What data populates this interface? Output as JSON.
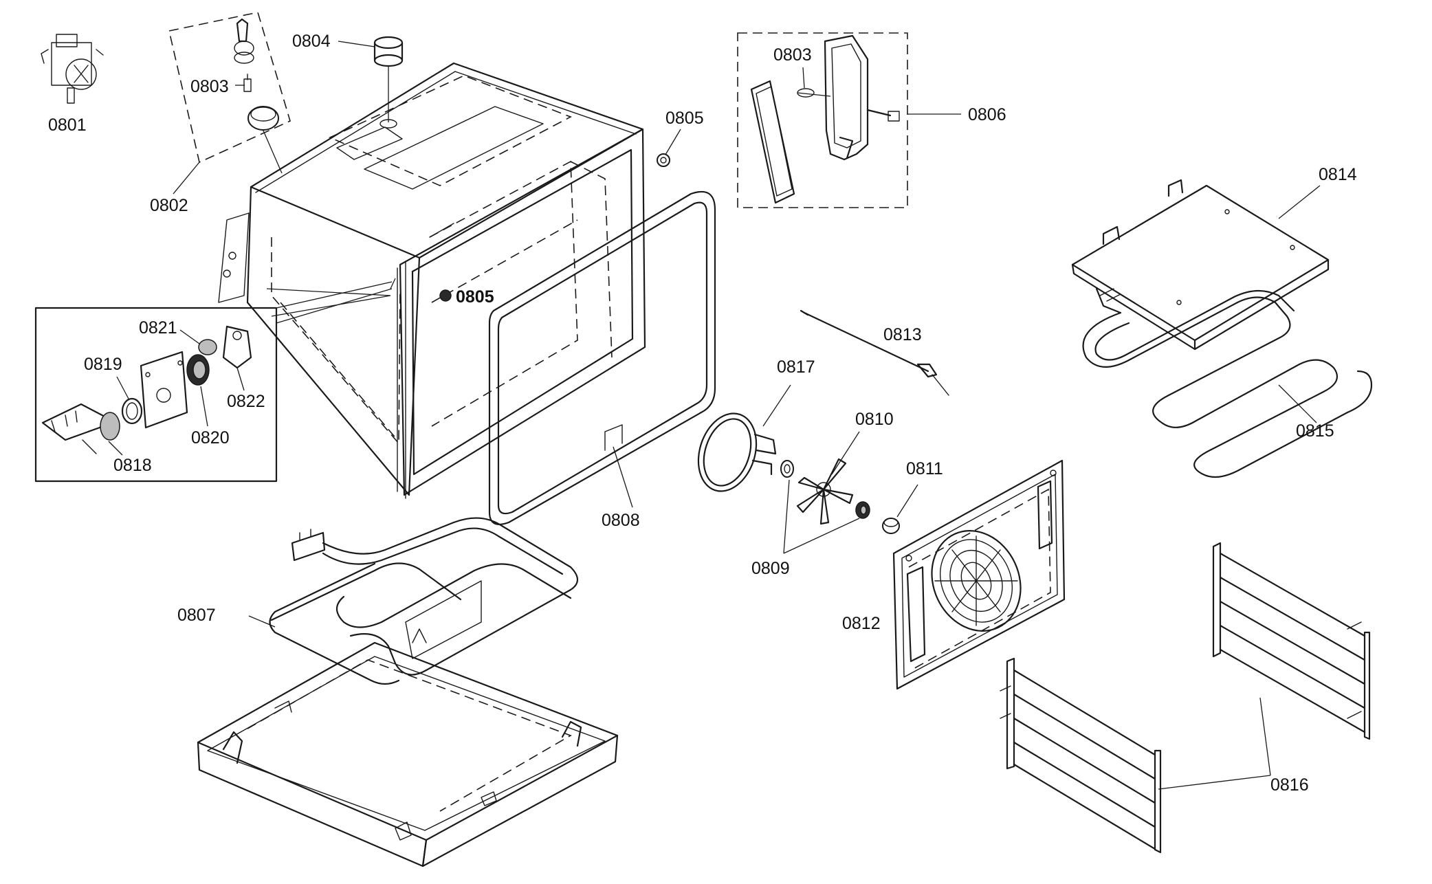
{
  "labels": {
    "p0801": "0801",
    "p0802": "0802",
    "p0803a": "0803",
    "p0803b": "0803",
    "p0804": "0804",
    "p0805a": "0805",
    "p0805b": "0805",
    "p0806": "0806",
    "p0807": "0807",
    "p0808": "0808",
    "p0809": "0809",
    "p0810": "0810",
    "p0811": "0811",
    "p0812": "0812",
    "p0813": "0813",
    "p0814": "0814",
    "p0815": "0815",
    "p0816": "0816",
    "p0817": "0817",
    "p0818": "0818",
    "p0819": "0819",
    "p0820": "0820",
    "p0821": "0821",
    "p0822": "0822"
  }
}
